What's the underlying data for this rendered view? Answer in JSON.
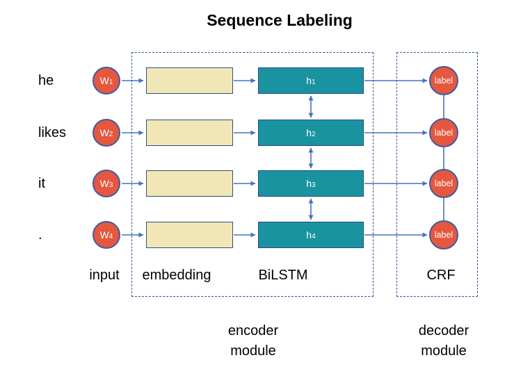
{
  "title": "Sequence Labeling",
  "colors": {
    "accent": "#4472C4",
    "dashed": "#2E5395",
    "node-red": "#E5583E",
    "node-red-border": "#3C5BA6",
    "embed-fill": "#F1E7B6",
    "embed-border": "#2F4E7E",
    "lstm-fill": "#1A93A1",
    "lstm-border": "#29497B",
    "node-text": "#FFFFFF",
    "text": "#000000"
  },
  "rows": [
    {
      "word": "he",
      "input_base": "W",
      "input_sub": "1",
      "hidden_base": "h",
      "hidden_sub": "1",
      "output": "label"
    },
    {
      "word": "likes",
      "input_base": "W",
      "input_sub": "2",
      "hidden_base": "h",
      "hidden_sub": "2",
      "output": "label"
    },
    {
      "word": "it",
      "input_base": "W",
      "input_sub": "3",
      "hidden_base": "h",
      "hidden_sub": "3",
      "output": "label"
    },
    {
      "word": ".",
      "input_base": "W",
      "input_sub": "4",
      "hidden_base": "h",
      "hidden_sub": "4",
      "output": "label"
    }
  ],
  "columns": {
    "input": "input",
    "embedding": "embedding",
    "bilstm": "BiLSTM",
    "crf": "CRF"
  },
  "modules": {
    "encoder": [
      "encoder",
      "module"
    ],
    "decoder": [
      "decoder",
      "module"
    ]
  }
}
